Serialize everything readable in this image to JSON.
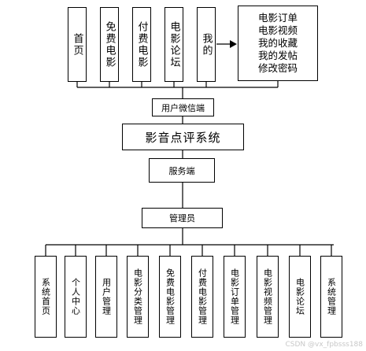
{
  "top_nodes": [
    {
      "label": "首页"
    },
    {
      "label": "免费电影"
    },
    {
      "label": "付费电影"
    },
    {
      "label": "电影论坛"
    },
    {
      "label": "我的"
    }
  ],
  "my_submenu": [
    "电影订单",
    "电影视频",
    "我的收藏",
    "我的发帖",
    "修改密码"
  ],
  "user_client": "用户微信端",
  "system_name": "影音点评系统",
  "server_side": "服务端",
  "admin": "管理员",
  "bottom_nodes": [
    {
      "label": "系统首页"
    },
    {
      "label": "个人中心"
    },
    {
      "label": "用户管理"
    },
    {
      "label": "电影分类管理"
    },
    {
      "label": "免费电影管理"
    },
    {
      "label": "付费电影管理"
    },
    {
      "label": "电影订单管理"
    },
    {
      "label": "电影视频管理"
    },
    {
      "label": "电影论坛"
    },
    {
      "label": "系统管理"
    }
  ],
  "watermark": "CSDN @vx_fpbsss188"
}
